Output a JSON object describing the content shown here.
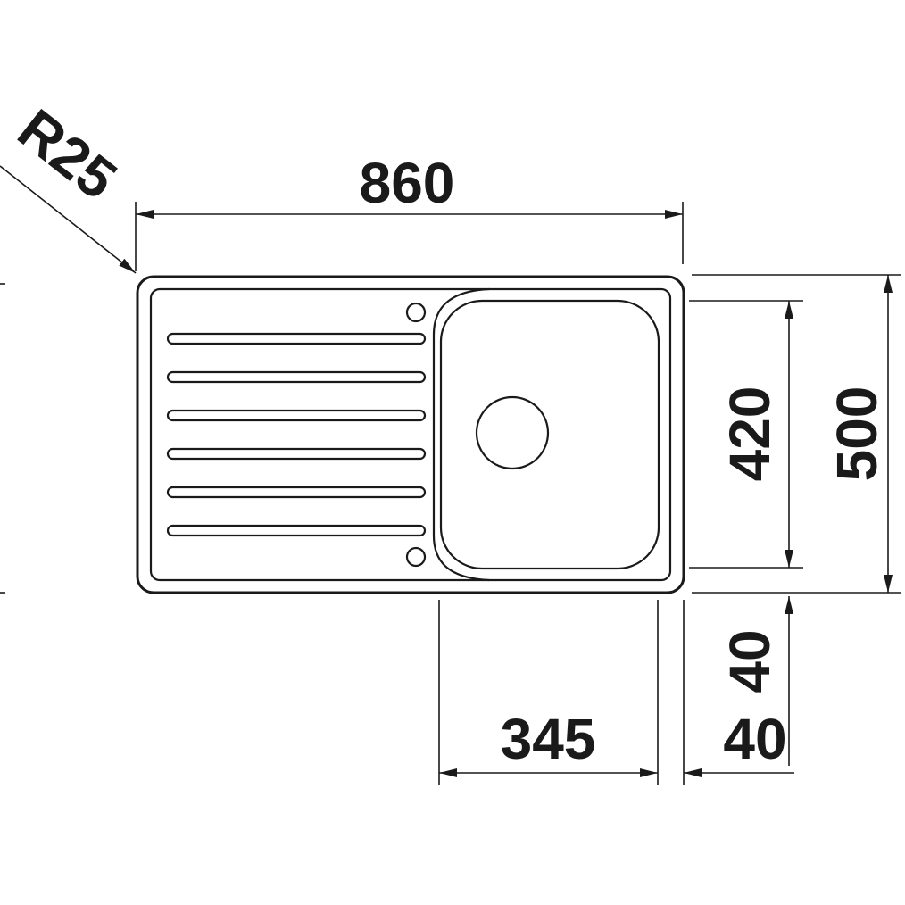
{
  "dimensions": {
    "width_label": "860",
    "depth_label": "500",
    "bowl_depth_label": "420",
    "bowl_width_label": "345",
    "edge_offset_label": "40",
    "bottom_offset_label": "40",
    "corner_radius_label": "R25"
  },
  "colors": {
    "line": "#1a1a1a",
    "background": "#ffffff"
  }
}
